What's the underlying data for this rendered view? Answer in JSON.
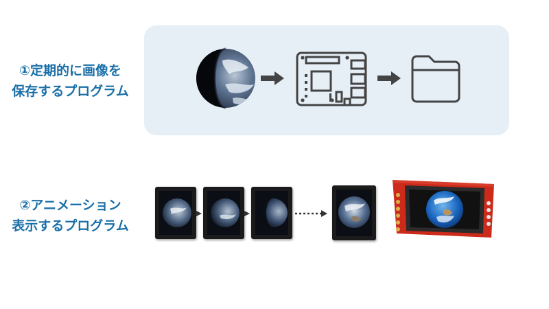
{
  "step1": {
    "line1": "①定期的に画像を",
    "line2": "保存するプログラム"
  },
  "step2": {
    "line1": "②アニメーション",
    "line2": "表示するプログラム"
  },
  "icons": {
    "earth": "earth-photo-icon",
    "arrow": "right-arrow-icon",
    "board": "raspberry-pi-board-icon",
    "folder": "folder-icon",
    "frame": "image-frame-icon",
    "display": "lcd-display-module-icon"
  },
  "colors": {
    "label_text": "#1a6fa8",
    "panel_bg": "#e6eef6",
    "icon_stroke": "#444444",
    "display_board": "#cc2a1a"
  }
}
